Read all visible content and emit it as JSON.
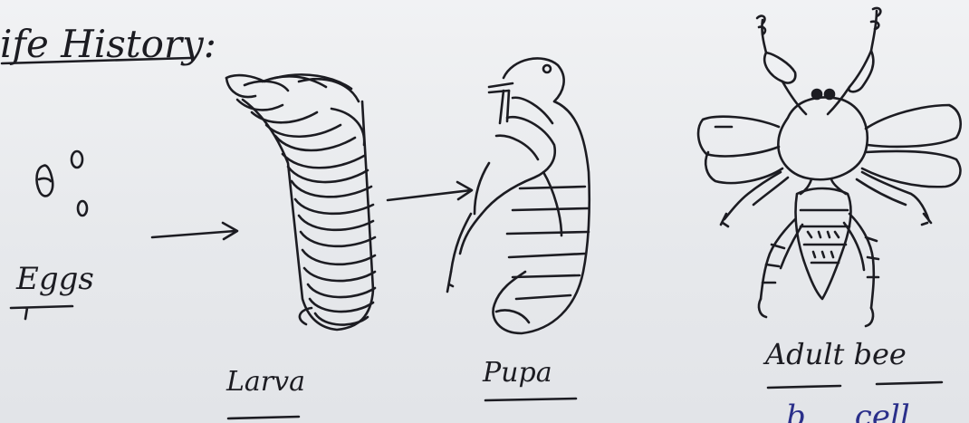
{
  "title": "ife History:",
  "labels": {
    "eggs": "Eggs",
    "larva": "Larva",
    "pupa": "Pupa",
    "adult": "Adult",
    "bee": "bee"
  },
  "partial_text": "b ... cell"
}
